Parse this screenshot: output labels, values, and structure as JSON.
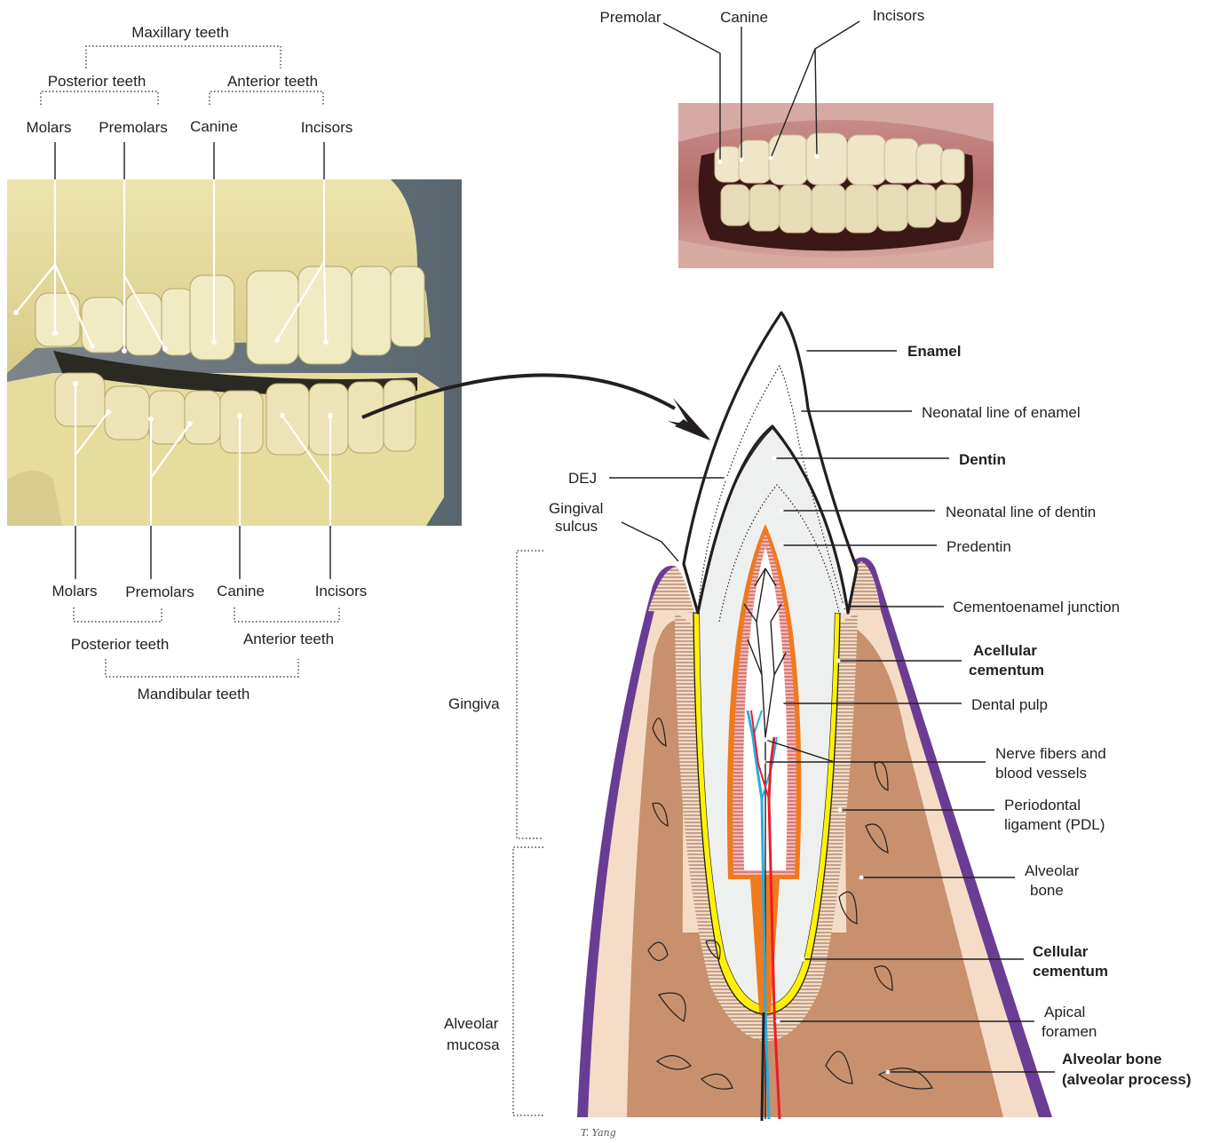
{
  "skull_labels": {
    "maxillary_teeth": "Maxillary teeth",
    "posterior_teeth_top": "Posterior teeth",
    "anterior_teeth_top": "Anterior teeth",
    "molars_top": "Molars",
    "premolars_top": "Premolars",
    "canine_top": "Canine",
    "incisors_top": "Incisors",
    "molars_bottom": "Molars",
    "premolars_bottom": "Premolars",
    "canine_bottom": "Canine",
    "incisors_bottom": "Incisors",
    "posterior_teeth_bottom": "Posterior teeth",
    "anterior_teeth_bottom": "Anterior teeth",
    "mandibular_teeth": "Mandibular teeth"
  },
  "mouth_labels": {
    "premolar": "Premolar",
    "canine": "Canine",
    "incisors": "Incisors"
  },
  "tooth_labels": {
    "enamel": "Enamel",
    "neonatal_enamel": "Neonatal line of enamel",
    "dentin": "Dentin",
    "dej": "DEJ",
    "neonatal_dentin": "Neonatal line of dentin",
    "gingival_sulcus_1": "Gingival",
    "gingival_sulcus_2": "sulcus",
    "predentin": "Predentin",
    "cej": "Cementoenamel junction",
    "acellular_1": "Acellular",
    "acellular_2": "cementum",
    "gingiva": "Gingiva",
    "dental_pulp": "Dental pulp",
    "nerve_1": "Nerve fibers and",
    "nerve_2": "blood vessels",
    "pdl_1": "Periodontal",
    "pdl_2": "ligament (PDL)",
    "alveolar_bone_1": "Alveolar",
    "alveolar_bone_2": "bone",
    "cellular_1": "Cellular",
    "cellular_2": "cementum",
    "alveolar_mucosa_1": "Alveolar",
    "alveolar_mucosa_2": "mucosa",
    "apical_1": "Apical",
    "apical_2": "foramen",
    "alveolar_process_1": "Alveolar bone",
    "alveolar_process_2": "(alveolar process)",
    "signature": "T. Yang"
  },
  "colors": {
    "skull_bg": "#5f6b73",
    "bone_ivory": "#e8dea0",
    "gum_pink": "#c47a7a",
    "enamel": "#ffffff",
    "dentin": "#eef0ef",
    "predentin_orange": "#f07a1e",
    "cementum_yellow": "#fff200",
    "gingiva_peach": "#f5dcc6",
    "bone_brown": "#c8906d",
    "mucosa_purple": "#6b3c93",
    "nerve_blue": "#29abe2",
    "vessel_red": "#ed1c24"
  }
}
